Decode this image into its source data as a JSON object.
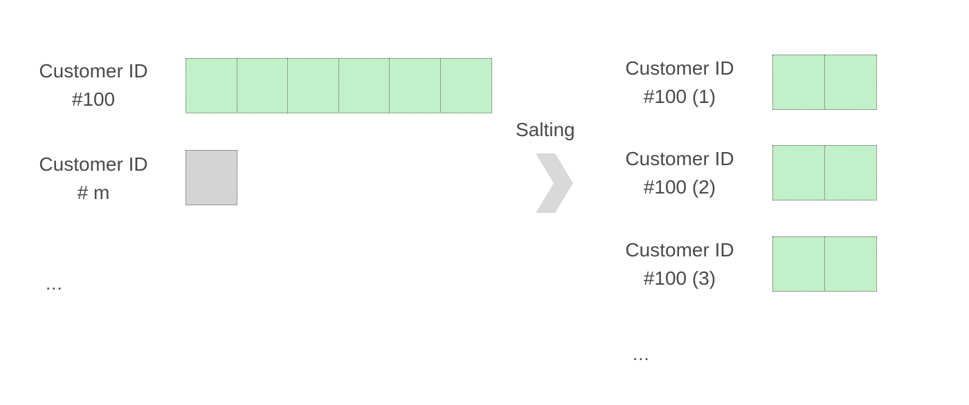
{
  "left": {
    "rows": [
      {
        "line1": "Customer ID",
        "line2": "#100",
        "cell_count": 6,
        "color": "#c2f0c8"
      },
      {
        "line1": "Customer ID",
        "line2": "# m",
        "cell_count": 1,
        "color": "#d4d4d4"
      }
    ],
    "ellipsis": "..."
  },
  "center": {
    "label": "Salting",
    "icon": "chevron-right-icon"
  },
  "right": {
    "rows": [
      {
        "line1": "Customer ID",
        "line2": "#100 (1)",
        "cell_count": 2,
        "color": "#c2f0c8"
      },
      {
        "line1": "Customer ID",
        "line2": "#100 (2)",
        "cell_count": 2,
        "color": "#c2f0c8"
      },
      {
        "line1": "Customer ID",
        "line2": "#100 (3)",
        "cell_count": 2,
        "color": "#c2f0c8"
      }
    ],
    "ellipsis": "..."
  }
}
